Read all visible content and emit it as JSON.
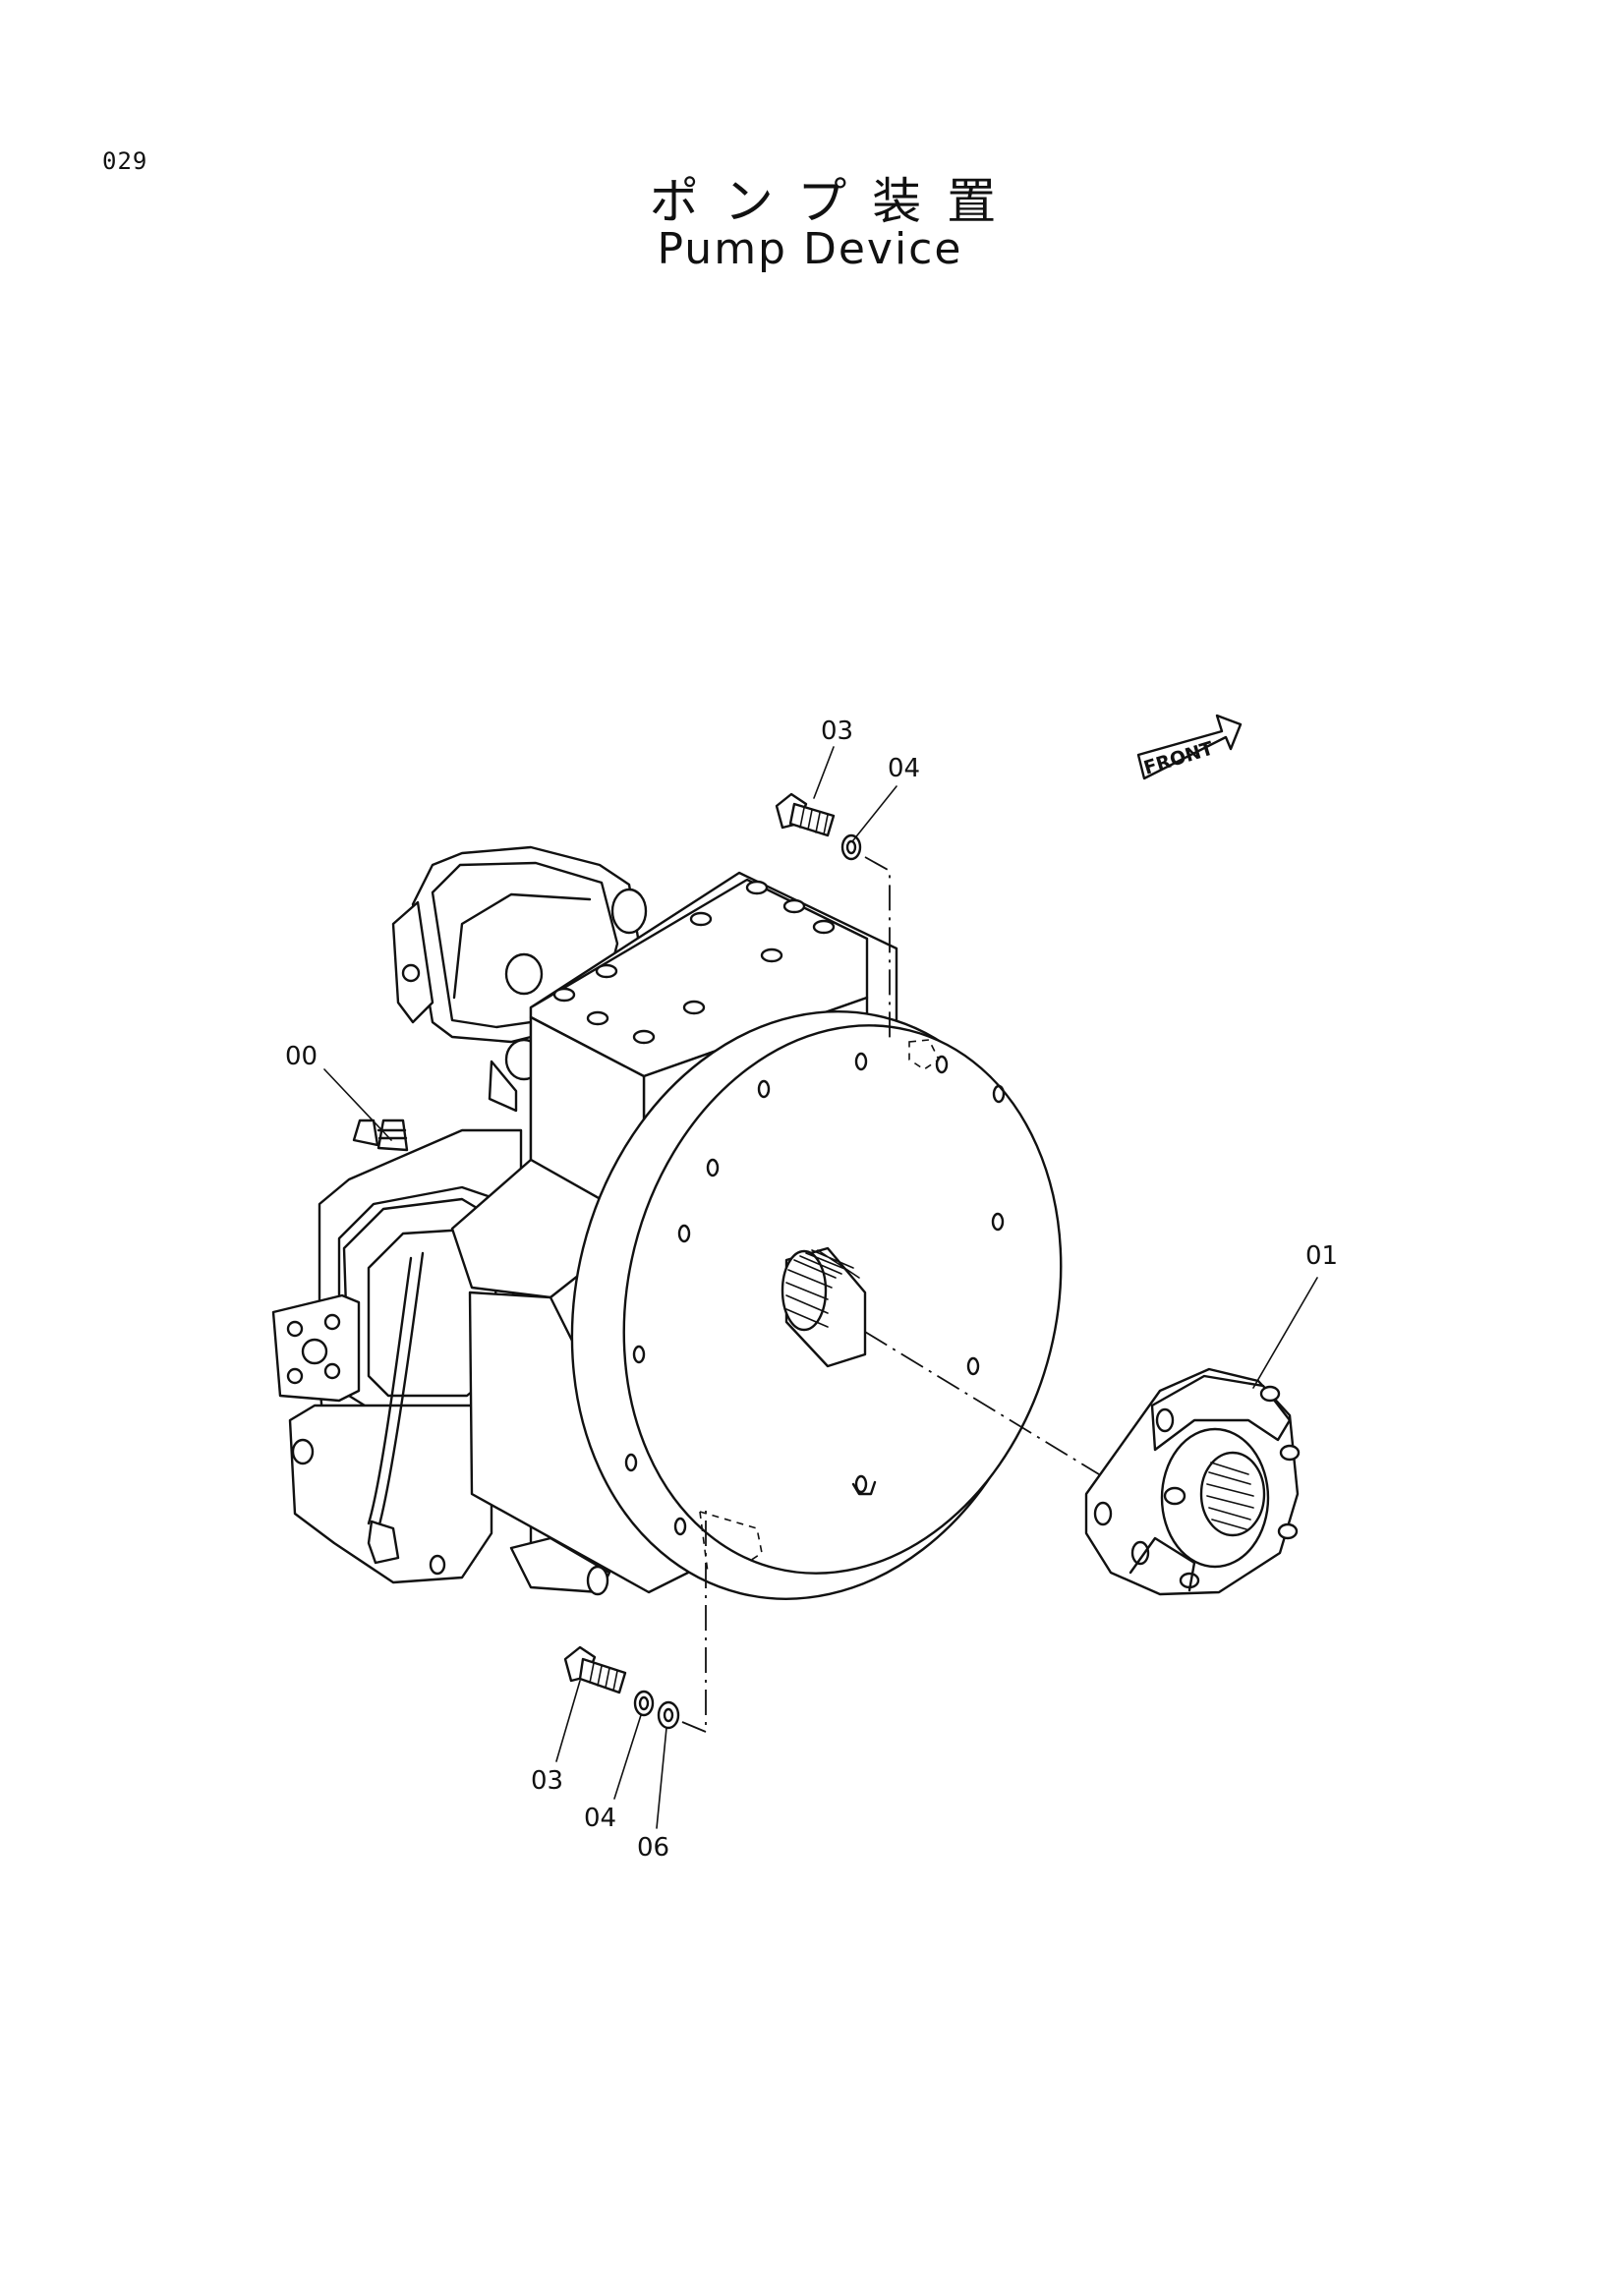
{
  "page": {
    "number": "029",
    "title_jp": "ポンプ装置",
    "title_en": "Pump Device"
  },
  "direction_marker": {
    "label": "FRONT",
    "icon": "front-arrow-icon"
  },
  "callouts": [
    {
      "id": "c-00",
      "label": "00"
    },
    {
      "id": "c-01",
      "label": "01"
    },
    {
      "id": "c-03-top",
      "label": "03"
    },
    {
      "id": "c-04-top",
      "label": "04"
    },
    {
      "id": "c-03-bottom",
      "label": "03"
    },
    {
      "id": "c-04-bottom",
      "label": "04"
    },
    {
      "id": "c-06",
      "label": "06"
    }
  ]
}
